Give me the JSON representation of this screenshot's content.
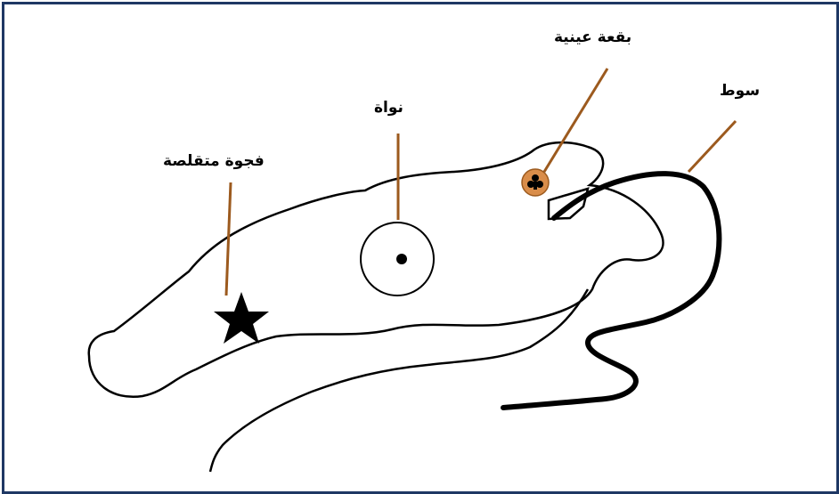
{
  "labels": {
    "eyespot": "بقعة عينية",
    "flagellum": "سوط",
    "nucleus": "نواة",
    "contractile_vacuole": "فجوة متقلصة"
  },
  "colors": {
    "frame": "#1f3864",
    "pointer": "#9c5a1e",
    "outline": "#000000",
    "eyespot_fill": "#d98d4a"
  }
}
